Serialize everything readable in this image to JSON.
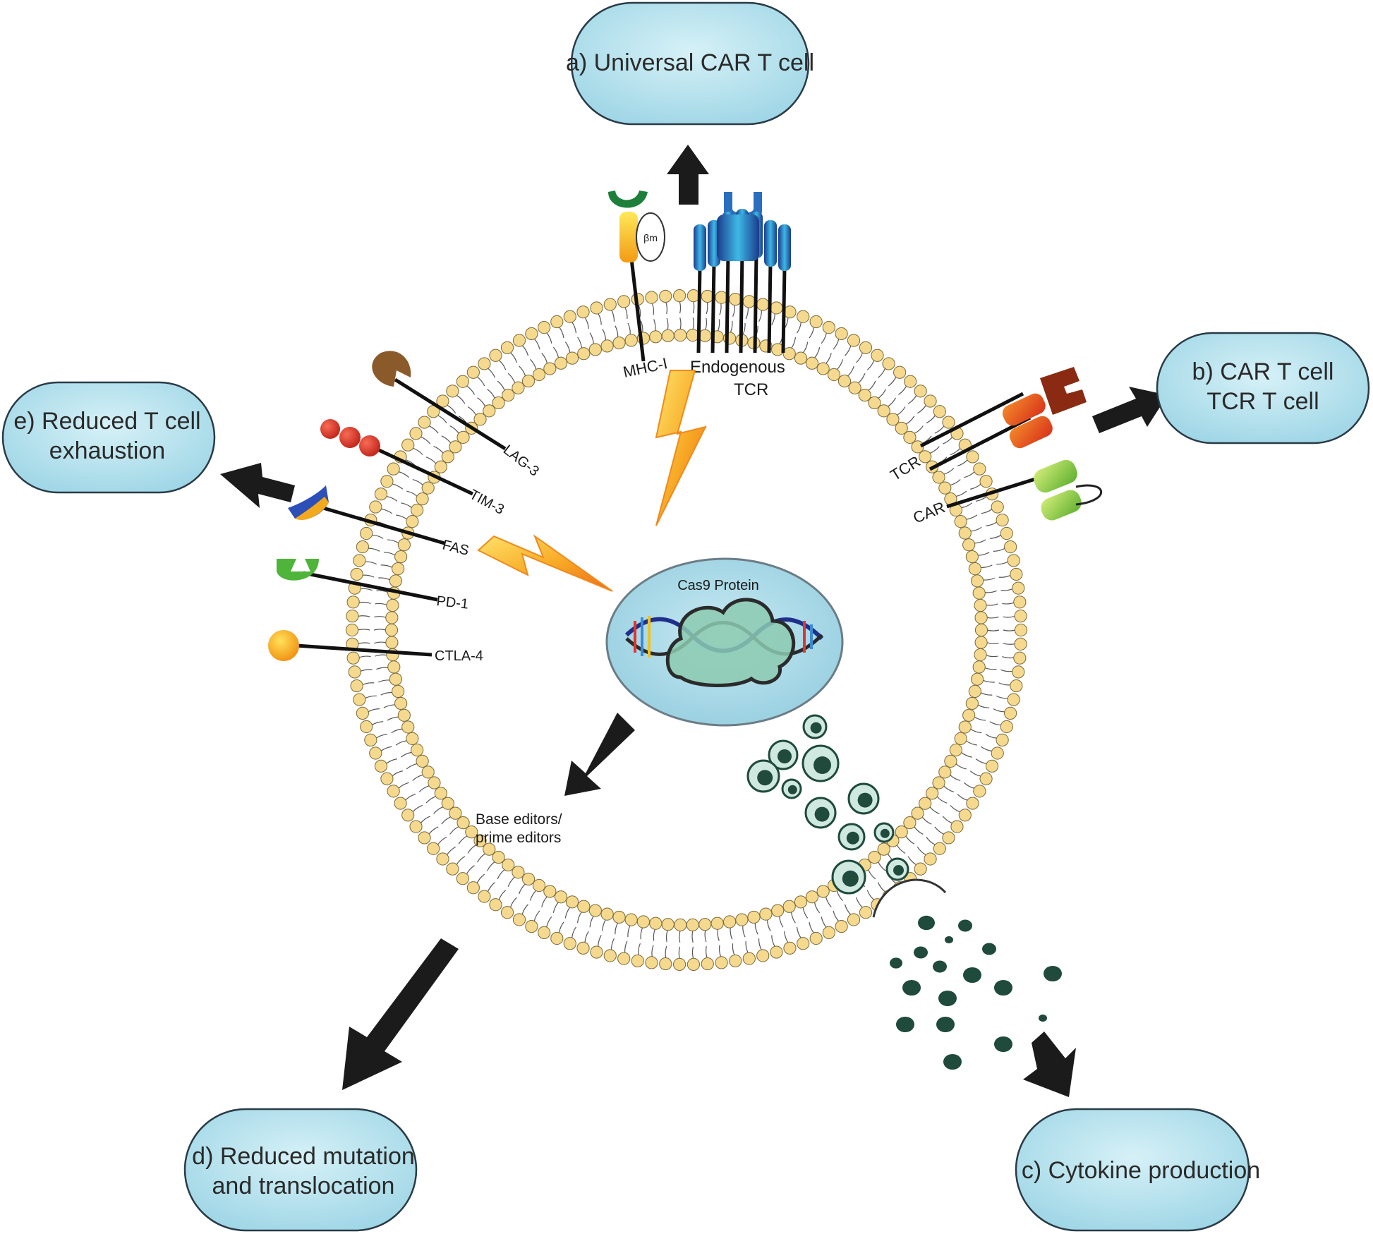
{
  "outcomes": {
    "universal": "a) Universal CAR T cell",
    "car_tcr_line1": "b) CAR T cell",
    "car_tcr_line2": "TCR T cell",
    "cytokine": "c) Cytokine production",
    "mutation_line1": "d) Reduced mutation",
    "mutation_line2": "and translocation",
    "exhaustion_line1": "e) Reduced T cell",
    "exhaustion_line2": "exhaustion"
  },
  "labels": {
    "mhc": "MHC-I",
    "b2m": "βm",
    "endogenous_line1": "Endogenous",
    "endogenous_line2": "TCR",
    "tcr": "TCR",
    "car": "CAR",
    "lag3": "LAG-3",
    "tim3": "TIM-3",
    "fas": "FAS",
    "pd1": "PD-1",
    "ctla4": "CTLA-4",
    "cas9": "Cas9 Protein",
    "editors_line1": "Base editors/",
    "editors_line2": "prime editors"
  },
  "colors": {
    "box_fill": "#a9dce9",
    "box_stroke": "#2a3b47",
    "membrane_bead": "#f5d98e",
    "nucleus": "#a8d7e6",
    "cas9": "#7fc3a4",
    "cytokine": "#1f4a3c",
    "arrow": "#1b1b1b"
  }
}
